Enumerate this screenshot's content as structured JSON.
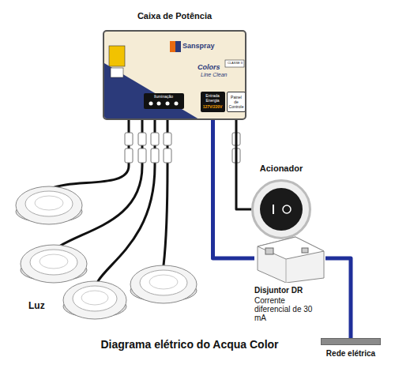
{
  "diagram": {
    "title": "Diagrama elétrico do Acqua Color",
    "nodes": [
      {
        "text": [
          "Caixa de Potência",
          "Sanspray",
          "Colors",
          "Line Clean",
          "CLASSE II"
        ]
      },
      {
        "text": [
          "Iluminação"
        ],
        "in": 0
      },
      {
        "text": [
          "Entrada Energia",
          "127V/220V"
        ],
        "in": 0
      },
      {
        "text": [
          "Painel de Controle"
        ],
        "in": 0
      },
      {
        "text": [
          "Acionador"
        ]
      },
      {
        "text": [
          "Disjuntor DR",
          "Corrente diferencial de 30 mA"
        ]
      },
      {
        "text": [
          "Rede elétrica"
        ]
      }
    ],
    "edges": [
      {
        "from": 3,
        "to": 4,
        "arrow": "none"
      },
      {
        "from": 2,
        "to": 5,
        "arrow": "none"
      },
      {
        "from": 5,
        "to": 6,
        "arrow": "none"
      }
    ],
    "labels": [
      "Luz"
    ]
  }
}
